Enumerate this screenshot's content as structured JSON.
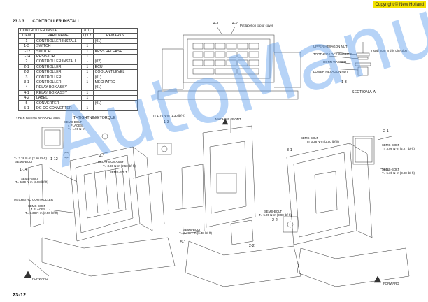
{
  "header": {
    "copyright": "Copyright © New Holland",
    "section_number": "23.3.3",
    "section_title": "CONTROLLER INSTALL"
  },
  "parts_table": {
    "top_row": {
      "name": "CONTROLLER INSTALL",
      "qty": "(01)"
    },
    "headers": {
      "item": "ITEM",
      "name": "PART NAME",
      "qty": "Q'TY",
      "remarks": "REMARKS"
    },
    "rows": [
      {
        "item": "1",
        "name": "CONTROLLER INSTALL",
        "qty": "-",
        "remarks": "(01)"
      },
      {
        "item": "1-3",
        "name": "SWITCH",
        "qty": "1",
        "remarks": ""
      },
      {
        "item": "1-12",
        "name": "SWITCH",
        "qty": "1",
        "remarks": "KPSS RELEASE"
      },
      {
        "item": "1-14",
        "name": "RESISTOR",
        "qty": "1",
        "remarks": ""
      },
      {
        "item": "2",
        "name": "CONTROLLER INSTALL",
        "qty": "-",
        "remarks": "(02)"
      },
      {
        "item": "2-1",
        "name": "CONTROLLER",
        "qty": "1",
        "remarks": "ECU"
      },
      {
        "item": "2-2",
        "name": "CONTROLLER",
        "qty": "1",
        "remarks": "COOLANT LEVEL"
      },
      {
        "item": "3",
        "name": "CONTROLLER",
        "qty": "-",
        "remarks": "(01)"
      },
      {
        "item": "3-1",
        "name": "CONTROLLER",
        "qty": "1",
        "remarks": "MECHATRO"
      },
      {
        "item": "4",
        "name": "RELAY BOX ASSY",
        "qty": "-",
        "remarks": "(01)"
      },
      {
        "item": "4-1",
        "name": "RELAY BOX ASSY",
        "qty": "1",
        "remarks": ""
      },
      {
        "item": "4-2",
        "name": "LABEL",
        "qty": "1",
        "remarks": ""
      },
      {
        "item": "5",
        "name": "CONVERTER",
        "qty": "-",
        "remarks": "(01)"
      },
      {
        "item": "5-1",
        "name": "DC-DC CONVERTER",
        "qty": "1",
        "remarks": ""
      }
    ]
  },
  "notes": {
    "torque_legend": "T=TIGHTNING TORQUE",
    "marking_side": "TYPE & RATING MARKING SIDE",
    "label_top": "Put label on top of cover",
    "assemble_note": "Install horn in this direction",
    "machine_front": "MACHINE FRONT",
    "section_aa": "SECTION A-A",
    "forward_left": "FORWARD",
    "forward_right": "FORWARD"
  },
  "callouts": {
    "c41_top": "4-1",
    "c42_top": "4-2",
    "c13_right": "1-3",
    "c13_mid": "1-3",
    "c112": "1-12",
    "c114": "1-14",
    "c41_mid": "4-1",
    "c21": "2-1",
    "c31": "3-1",
    "c22a": "2-2",
    "c22b": "2-2",
    "c51": "5-1"
  },
  "section_labels": {
    "upper_nut": "UPPER HEXAGON NUT",
    "toothed_washer": "TOOTHED LOCK WASHER",
    "horn_washer": "HORN WASHER",
    "lower_nut": "LOWER HEXAGON NUT"
  },
  "bolts": {
    "b1_name": "SEMS-BOLT",
    "b1_places": "4 PLACES",
    "b1_t": "T= 1.96 N·m",
    "b2_name": "SEMS-BOLT",
    "b2_t": "T= 3.38 N·m (2.50 lbf·ft)",
    "b3_name": "SEMS-BOLT",
    "b3_t": "T= 5.39 N·m (3.98 lbf·ft)",
    "b4_name": "SEMS-BOLT",
    "b4_places": "4 PLACES",
    "b4_t": "T= 3.38 N·m (2.50 lbf·ft)",
    "b5_name": "SEMS-BOLT",
    "b5_t": "T= 3.38 N·m (2.50 lbf·ft)",
    "b6_name": "SEMS-BOLT",
    "b6_t": "T= 3.38 N·m (2.50 lbf·ft)",
    "b7_name": "SEMS-BOLT",
    "b7_t": "T= 3.08 N·m (2.27 lbf·ft)",
    "b8_name": "SEMS-BOLT",
    "b8_t": "T= 5.39 N·m (3.98 lbf·ft)",
    "b9_name": "SEMS-BOLT",
    "b9_t": "T= 8.78 N·m (6.48 lbf·ft)",
    "b10_name": "SEMS-BOLT",
    "b10_t": "T= 5.39 N·m (3.98 lbf·ft)",
    "mechatro": "MECHATRO CONTROLLER",
    "relay_box": "RELAY BOX ASSY",
    "switch_t": "T= 1.76 N·m (1.30 lbf·ft)"
  },
  "page": {
    "number": "23-12"
  },
  "watermark": {
    "text": "AutoManual"
  }
}
